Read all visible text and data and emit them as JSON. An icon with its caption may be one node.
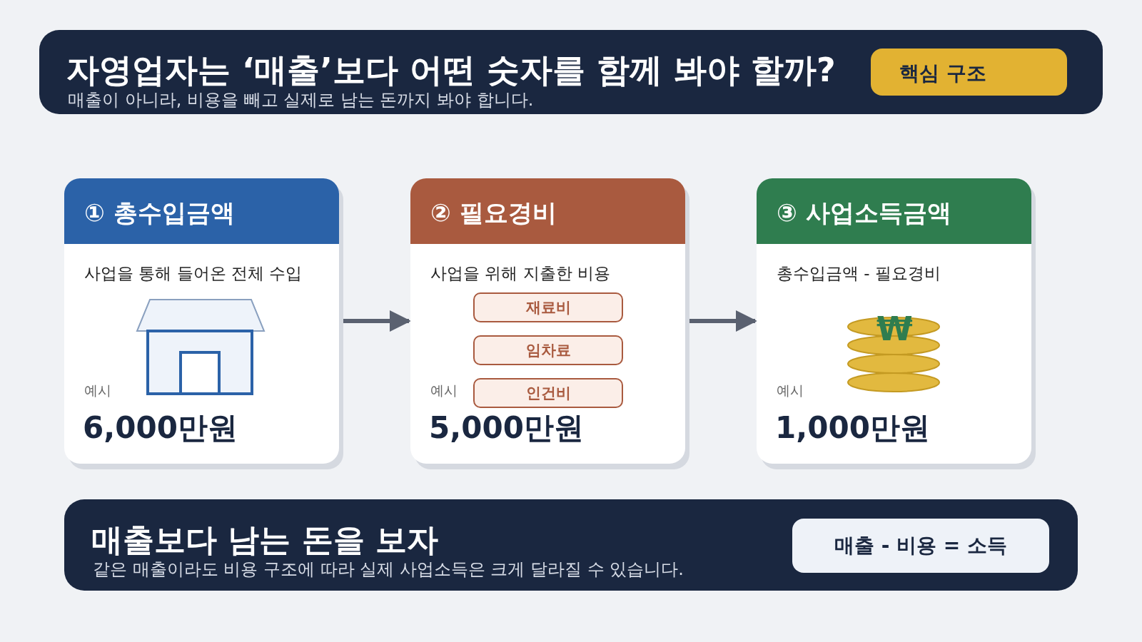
{
  "diagram": {
    "nodes": [
      {
        "text": [
          "자영업자는 ‘매출’보다 어떤 숫자를 함께 봐야 할까?",
          "매출이 아니라, 비용을 빼고 실제로 남는 돈까지 봐야 합니다."
        ]
      },
      {
        "text": [
          "핵심 구조"
        ],
        "in": 0
      },
      {
        "text": [
          "① 총수입금액",
          "사업을 통해 들어온 전체 수입",
          "예시",
          "6,000만원"
        ]
      },
      {
        "text": [
          "② 필요경비",
          "사업을 위해 지출한 비용",
          "예시",
          "5,000만원"
        ]
      },
      {
        "text": [
          "재료비"
        ],
        "in": 3
      },
      {
        "text": [
          "임차료"
        ],
        "in": 3
      },
      {
        "text": [
          "인건비"
        ],
        "in": 3
      },
      {
        "text": [
          "③ 사업소득금액",
          "총수입금액 - 필요경비",
          "예시",
          "1,000만원"
        ]
      },
      {
        "text": [
          "매출보다 남는 돈을 보자",
          "같은 매출이라도 비용 구조에 따라 실제 사업소득은 크게 달라질 수 있습니다."
        ]
      },
      {
        "text": [
          "매출 - 비용 = 소득"
        ],
        "in": 8
      }
    ],
    "edges": [
      {
        "from": 2,
        "to": 3,
        "arrow": "to"
      },
      {
        "from": 3,
        "to": 7,
        "arrow": "to"
      }
    ],
    "labels": [
      "₩"
    ]
  }
}
